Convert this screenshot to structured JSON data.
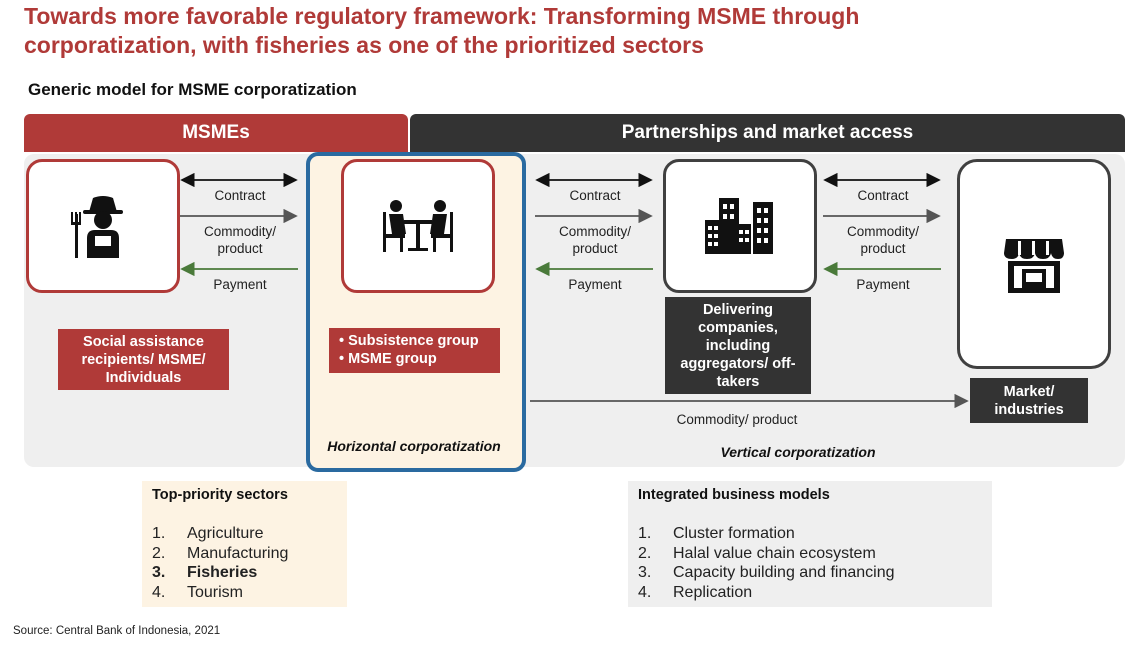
{
  "title": "Towards more favorable regulatory framework: Transforming MSME through corporatization, with fisheries as one of the prioritized sectors",
  "subtitle": "Generic model for MSME corporatization",
  "headers": {
    "msme": "MSMEs",
    "partnerships": "Partnerships and market access"
  },
  "flows": [
    {
      "contract": "Contract",
      "commodity_line1": "Commodity/",
      "commodity_line2": "product",
      "payment": "Payment"
    },
    {
      "contract": "Contract",
      "commodity_line1": "Commodity/",
      "commodity_line2": "product",
      "payment": "Payment"
    },
    {
      "contract": "Contract",
      "commodity_line1": "Commodity/",
      "commodity_line2": "product",
      "payment": "Payment"
    }
  ],
  "nodes": {
    "farmer": {
      "icon": "farmer-icon",
      "label_lines": [
        "Social assistance",
        "recipients/ MSME/",
        "Individuals"
      ]
    },
    "group": {
      "icon": "meeting-icon",
      "bullets": [
        "Subsistence group",
        "MSME group"
      ]
    },
    "company": {
      "icon": "buildings-icon",
      "label_lines": [
        "Delivering",
        "companies,",
        "including",
        "aggregators/ off-",
        "takers"
      ]
    },
    "market": {
      "icon": "store-icon",
      "label_lines": [
        "Market/",
        "industries"
      ]
    }
  },
  "direct_flow": "Commodity/ product",
  "horizontal_label": "Horizontal corporatization",
  "vertical_label": "Vertical corporatization",
  "top_priority": {
    "heading": "Top-priority sectors",
    "items": [
      {
        "num": "1.",
        "text": "Agriculture",
        "bold": false
      },
      {
        "num": "2.",
        "text": "Manufacturing",
        "bold": false
      },
      {
        "num": "3.",
        "text": "Fisheries",
        "bold": true
      },
      {
        "num": "4.",
        "text": "Tourism",
        "bold": false
      }
    ]
  },
  "business_models": {
    "heading": "Integrated business models",
    "items": [
      {
        "num": "1.",
        "text": "Cluster formation"
      },
      {
        "num": "2.",
        "text": "Halal value chain ecosystem"
      },
      {
        "num": "3.",
        "text": "Capacity building and financing"
      },
      {
        "num": "4.",
        "text": "Replication"
      }
    ]
  },
  "source": "Source: Central Bank of Indonesia, 2021",
  "colors": {
    "brand_red": "#b03a38",
    "dark": "#333333",
    "blue_outline": "#2a6aa0",
    "payment_green": "#4a7a3a",
    "cream": "#fdf3e3",
    "panel_grey": "#efefef"
  }
}
